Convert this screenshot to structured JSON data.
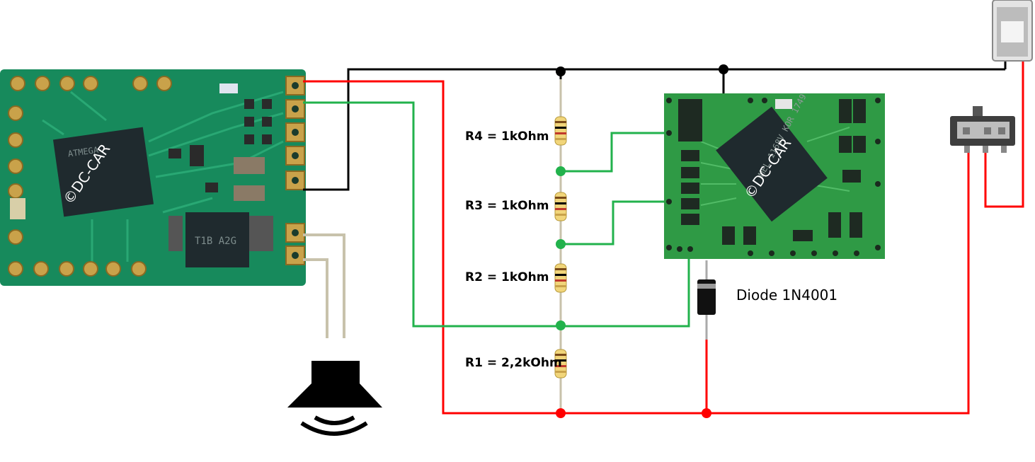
{
  "resistors": [
    {
      "label": "R4 = 1kOhm"
    },
    {
      "label": "R3 = 1kOhm"
    },
    {
      "label": "R2 = 1kOhm"
    },
    {
      "label": "R1 = 2,2kOhm"
    }
  ],
  "diode": {
    "label": "Diode 1N4001"
  },
  "watermarks": {
    "left_board": "©DC-CAR",
    "right_board": "©DC-CAR"
  },
  "board_left_markings": {
    "chip": "ATMEGA",
    "driver": "T1B A2G"
  },
  "board_right_markings": {
    "chip": "MEL 1168V KOR 1749"
  },
  "colors": {
    "wire_black": "#000000",
    "wire_red": "#ff0000",
    "wire_green": "#22b24c",
    "wire_gray": "#c8c2ab",
    "pcb_green": "#178a5c",
    "pcb_green_right": "#2f9a45",
    "pad_gold": "#c9a24a",
    "chip_black": "#1f2a2e",
    "resistor_body": "#f1d57a",
    "diode_body": "#111111"
  },
  "icons": [
    "speaker-icon",
    "switch-icon",
    "resistor-icon",
    "diode-icon",
    "led-icon"
  ]
}
